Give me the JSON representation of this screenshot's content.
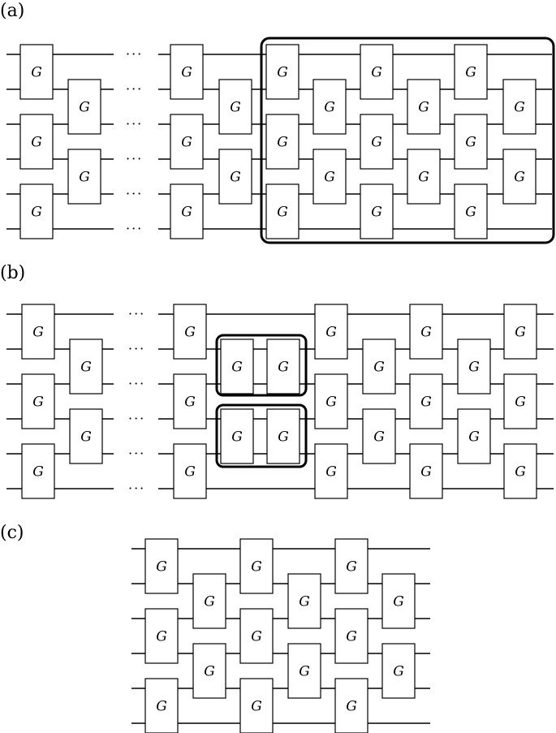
{
  "panels": [
    {
      "label": "(a)"
    },
    {
      "label": "(b)"
    },
    {
      "label": "(c)"
    }
  ],
  "gate_label": "G",
  "ellipsis": "···"
}
